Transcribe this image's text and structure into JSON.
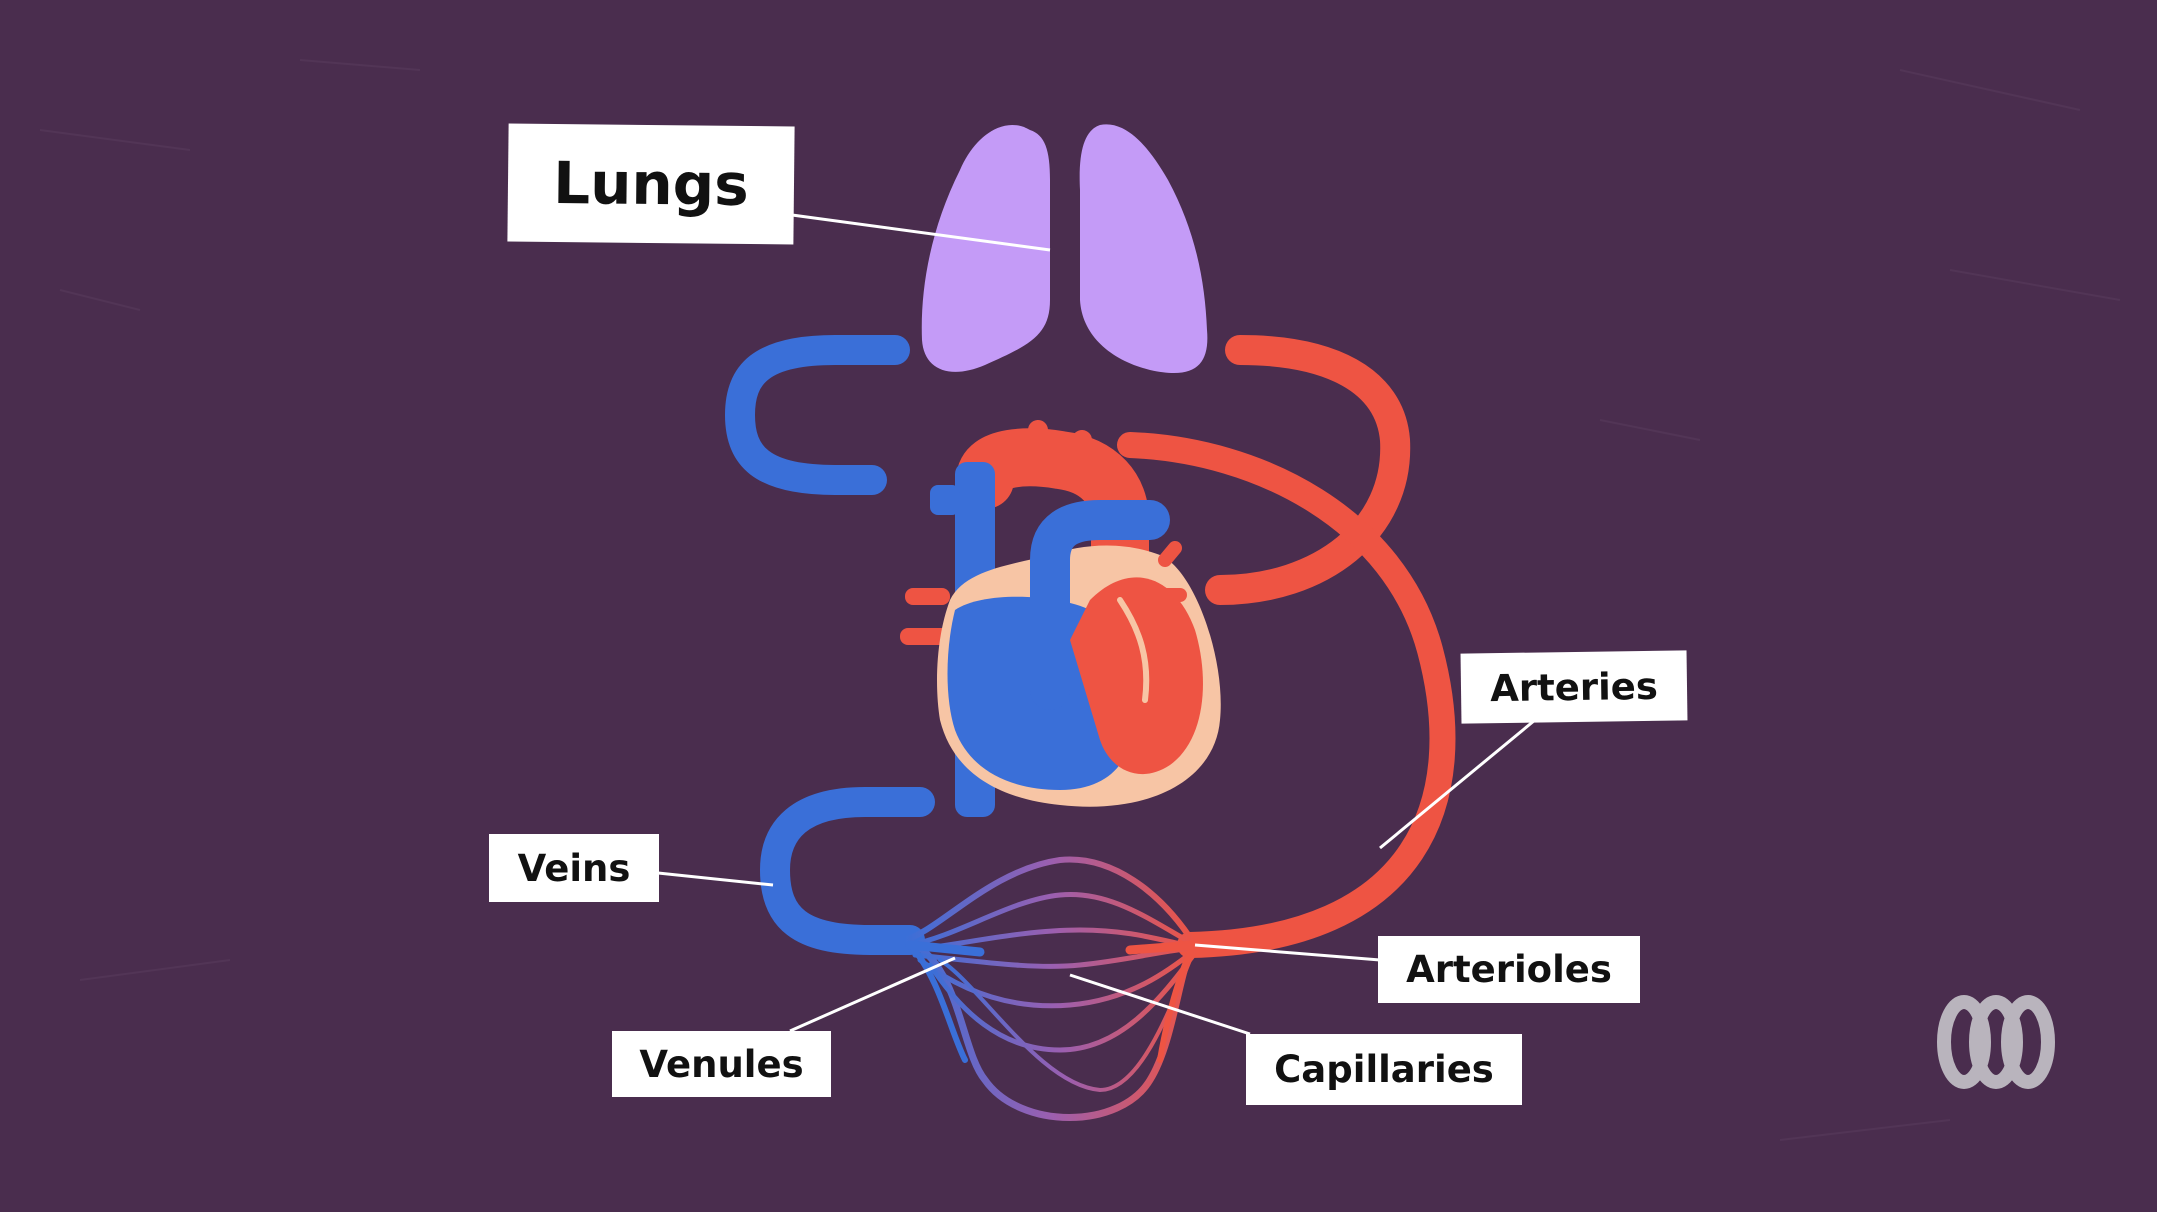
{
  "labels": {
    "lungs": "Lungs",
    "arteries": "Arteries",
    "veins": "Veins",
    "arterioles": "Arterioles",
    "venules": "Venules",
    "capillaries": "Capillaries"
  },
  "colors": {
    "background": "#4a2d4e",
    "vein_blue": "#3a6fd8",
    "artery_red": "#ee5443",
    "lung_purple": "#c49bf7",
    "heart_outline": "#f7c5a5",
    "label_bg": "#ffffff",
    "leader_line": "#ffffff",
    "logo": "#b9b4bd"
  },
  "icons": {
    "logo": "abc-lissajous-logo"
  }
}
